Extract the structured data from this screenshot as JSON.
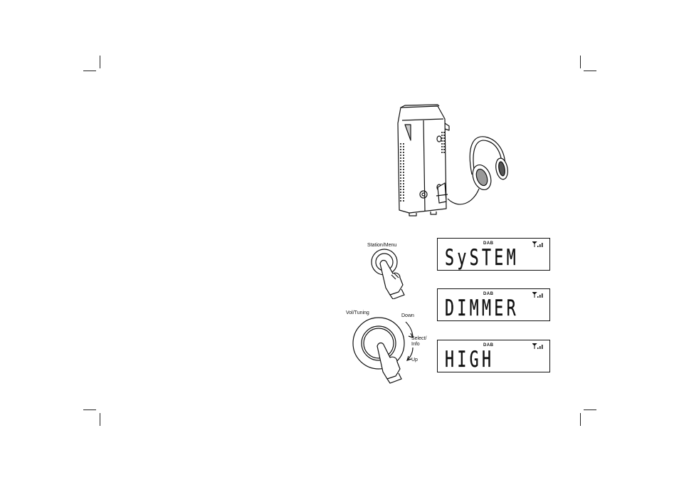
{
  "knob_labels": {
    "station_menu": "Station/Menu",
    "vol_tuning": "Vol/Tuning",
    "down": "Down",
    "select_info": "Select/\nInfo",
    "up": "Up"
  },
  "displays": [
    {
      "indicator": "DAB",
      "text": "SySTEM"
    },
    {
      "indicator": "DAB",
      "text": "DIMMER"
    },
    {
      "indicator": "DAB",
      "text": "HIGH"
    }
  ],
  "icons": {
    "radio": "radio-side-view-icon",
    "headphones": "headphones-icon",
    "button_press": "finger-press-icon",
    "dial": "rotary-dial-icon",
    "signal": "signal-strength-icon"
  }
}
